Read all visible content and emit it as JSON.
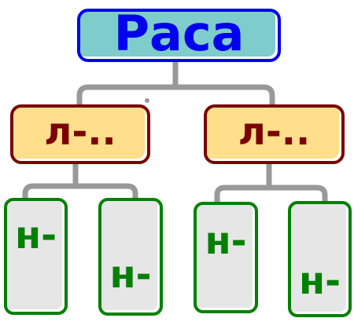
{
  "tree": {
    "root": {
      "label": "Раса"
    },
    "children": [
      {
        "label": "л-..",
        "children": [
          {
            "label": "н-"
          },
          {
            "label": "н-"
          }
        ]
      },
      {
        "label": "л-..",
        "children": [
          {
            "label": "н-"
          },
          {
            "label": "н-"
          }
        ]
      }
    ]
  },
  "colors": {
    "root_fill": "#7ecccb",
    "root_border": "#0000ee",
    "mid_fill": "#ffde8c",
    "mid_border": "#7a0000",
    "leaf_fill": "#e6e6e6",
    "leaf_border": "#008000",
    "connector": "#999999"
  }
}
